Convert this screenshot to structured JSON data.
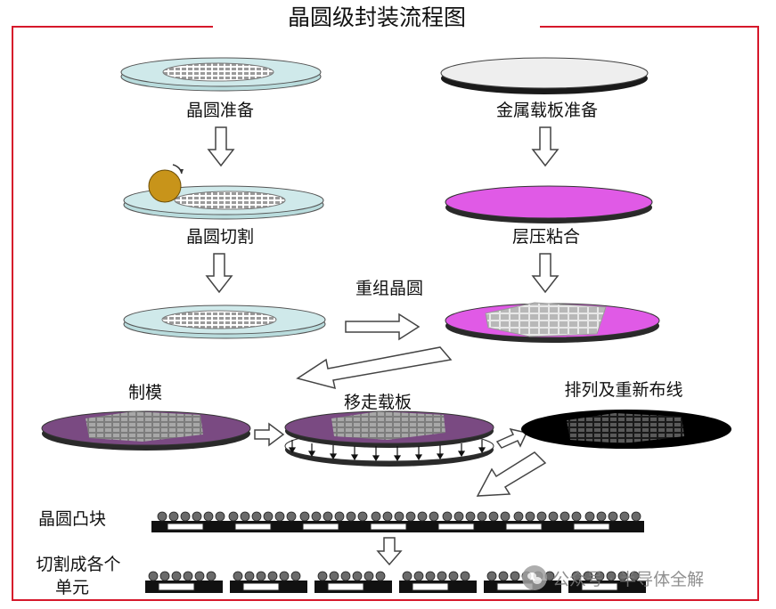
{
  "title": "晶圆级封装流程图",
  "steps": {
    "wafer_prep": "晶圆准备",
    "carrier_prep": "金属载板准备",
    "wafer_dicing": "晶圆切割",
    "lamination": "层压粘合",
    "reconstitution": "重组晶圆",
    "molding": "制模",
    "carrier_removal": "移走载板",
    "rdl": "排列及重新布线",
    "bumping": "晶圆凸块",
    "singulation_line1": "切割成各个",
    "singulation_line2": "单元"
  },
  "watermark": {
    "text": "公众号 · 半导体全解",
    "icon": "wechat-icon"
  },
  "colors": {
    "frame": "#d6182b",
    "wafer": "#cfe9ea",
    "carrier": "#eeeeee",
    "laminate": "#e05ae6",
    "mold": "#7a4a82",
    "rdl": "#111111",
    "saw": "#c8941a"
  }
}
